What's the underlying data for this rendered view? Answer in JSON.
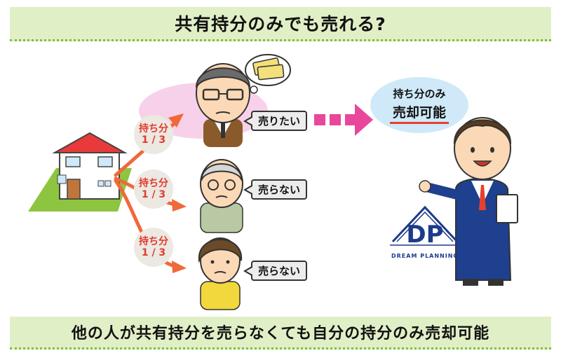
{
  "header": {
    "title": "共有持分のみでも売れる?"
  },
  "footer": {
    "caption": "他の人が共有持分を売らなくても自分の持分のみ売却可能"
  },
  "shares": [
    {
      "line1": "持ち分",
      "line2": "1 / 3"
    },
    {
      "line1": "持ち分",
      "line2": "1 / 3"
    },
    {
      "line1": "持ち分",
      "line2": "1 / 3"
    }
  ],
  "owners": [
    {
      "callout": "売りたい"
    },
    {
      "callout": "売らない"
    },
    {
      "callout": "売らない"
    }
  ],
  "advisor": {
    "speech_line1": "持ち分のみ",
    "speech_line2": "売却可能"
  },
  "logo": {
    "mark": "DP",
    "name": "DREAM PLANNING"
  },
  "colors": {
    "banner": "#e1efc6",
    "arrow": "#f0693a",
    "highlight_arrow": "#e8479c",
    "share_text": "#e23b2e",
    "speech_bubble": "#cfe9f8",
    "logo": "#1e3a8a"
  },
  "icons": [
    "house-icon",
    "money-thought-icon",
    "man-glasses-icon",
    "elder-man-icon",
    "woman-icon",
    "businessman-icon",
    "logo-house-icon"
  ]
}
